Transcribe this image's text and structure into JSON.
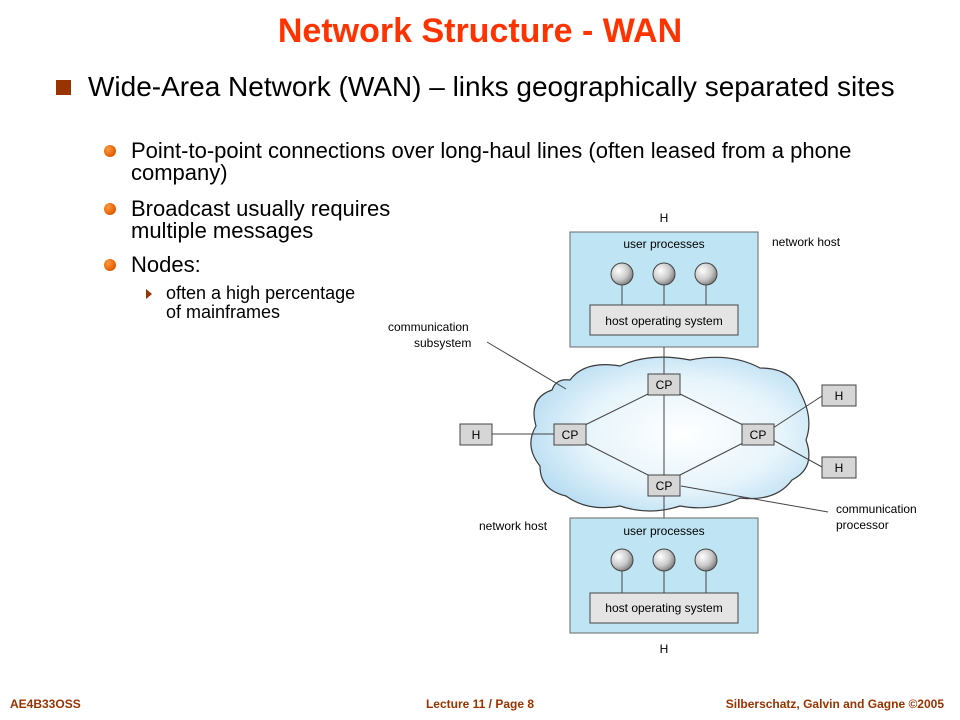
{
  "slide": {
    "title": "Network Structure - WAN",
    "bullet1": "Wide-Area Network (WAN) – links geographically separated sites",
    "sub1": "Point-to-point connections over long-haul lines (often leased from a phone company)",
    "sub2_line1": "Broadcast usually requires",
    "sub2_line2": "multiple messages",
    "sub3": "Nodes:",
    "sub3a_line1": "often a high percentage",
    "sub3a_line2": "of mainframes"
  },
  "diagram": {
    "top_h": "H",
    "bottom_h": "H",
    "user_processes": "user processes",
    "host_os": "host operating system",
    "network_host": "network host",
    "comm_subsystem_line1": "communication",
    "comm_subsystem_line2": "subsystem",
    "cp": "CP",
    "h": "H",
    "comm_processor_line1": "communication",
    "comm_processor_line2": "processor"
  },
  "footer": {
    "left": "AE4B33OSS",
    "center": "Lecture 11 / Page 8",
    "right": "Silberschatz, Galvin and Gagne ©2005"
  },
  "colors": {
    "title": "#ff3300",
    "bullet": "#993300",
    "host_box": "#bfe4f4",
    "cloud": "#d5ecf8"
  }
}
